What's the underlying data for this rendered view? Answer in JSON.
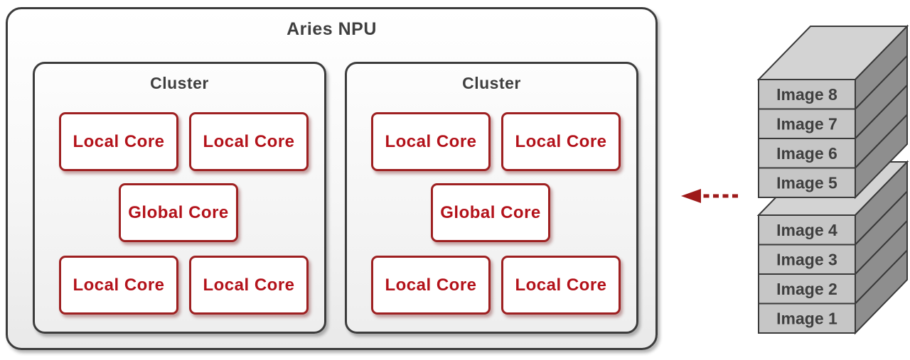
{
  "npu": {
    "title": "Aries NPU",
    "clusters": [
      {
        "title": "Cluster",
        "cores": [
          {
            "label": "Local Core",
            "type": "local"
          },
          {
            "label": "Local Core",
            "type": "local"
          },
          {
            "label": "Global Core",
            "type": "global"
          },
          {
            "label": "Local Core",
            "type": "local"
          },
          {
            "label": "Local Core",
            "type": "local"
          }
        ]
      },
      {
        "title": "Cluster",
        "cores": [
          {
            "label": "Local Core",
            "type": "local"
          },
          {
            "label": "Local Core",
            "type": "local"
          },
          {
            "label": "Global Core",
            "type": "global"
          },
          {
            "label": "Local Core",
            "type": "local"
          },
          {
            "label": "Local Core",
            "type": "local"
          }
        ]
      }
    ]
  },
  "input": {
    "arrow": {
      "direction": "left",
      "style": "dashed",
      "color": "#9e1a1a"
    },
    "stacks": [
      {
        "position": "top",
        "layers": [
          "Image 8",
          "Image 7",
          "Image 6",
          "Image 5"
        ]
      },
      {
        "position": "bottom",
        "layers": [
          "Image 4",
          "Image 3",
          "Image 2",
          "Image 1"
        ]
      }
    ]
  },
  "colors": {
    "frame_border": "#3c3c3c",
    "frame_text": "#3f3f3f",
    "core_border": "#9e2021",
    "core_text": "#b3121a",
    "slab_front": "#c6c6c6",
    "slab_top": "#d3d3d3",
    "slab_side": "#8e8e8e",
    "slab_text": "#3f3f3f"
  }
}
